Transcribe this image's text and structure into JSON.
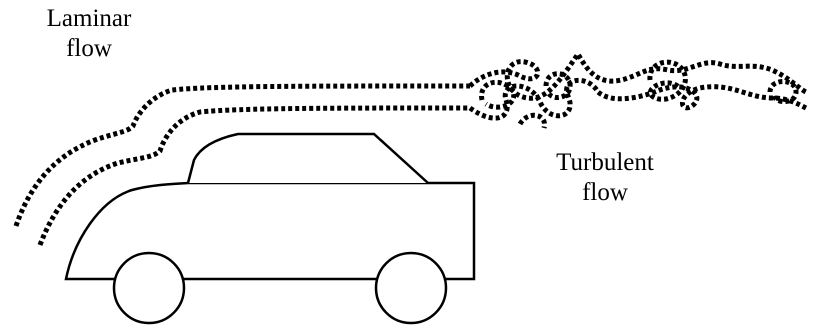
{
  "labels": {
    "laminar": [
      "Laminar",
      "flow"
    ],
    "turbulent": [
      "Turbulent",
      "flow"
    ]
  },
  "colors": {
    "background": "#ffffff",
    "stroke": "#000000"
  }
}
